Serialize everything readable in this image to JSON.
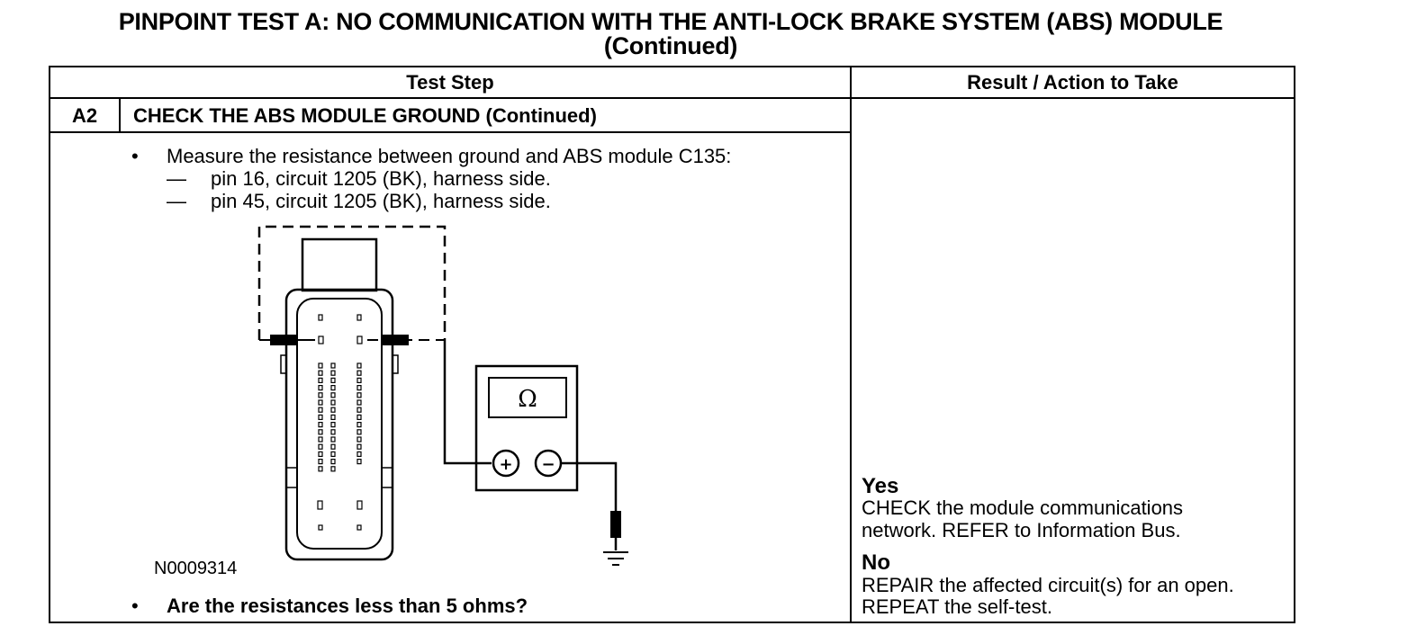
{
  "title": {
    "line1": "PINPOINT TEST  A: NO COMMUNICATION WITH THE ANTI-LOCK BRAKE SYSTEM (ABS) MODULE",
    "line2": "(Continued)"
  },
  "table": {
    "header_test_step": "Test Step",
    "header_result": "Result / Action to Take",
    "step_number": "A2",
    "step_title": "CHECK THE ABS MODULE GROUND (Continued)",
    "bullet_symbol": "•",
    "dash_symbol": "—",
    "instruction": "Measure the resistance between ground and ABS module C135:",
    "sub_items": [
      "pin 16, circuit 1205 (BK), harness side.",
      "pin 45, circuit 1205 (BK), harness side."
    ],
    "question": "Are the resistances less than 5 ohms?"
  },
  "figure": {
    "id": "N0009314",
    "meter_symbol": "Ω",
    "plus_symbol": "+",
    "minus_symbol": "−"
  },
  "results": {
    "yes_label": "Yes",
    "yes_line1": "CHECK the module communications",
    "yes_line2": "network. REFER to Information Bus.",
    "no_label": "No",
    "no_line1": "REPAIR the affected circuit(s) for an open.",
    "no_line2": "REPEAT the self-test."
  }
}
